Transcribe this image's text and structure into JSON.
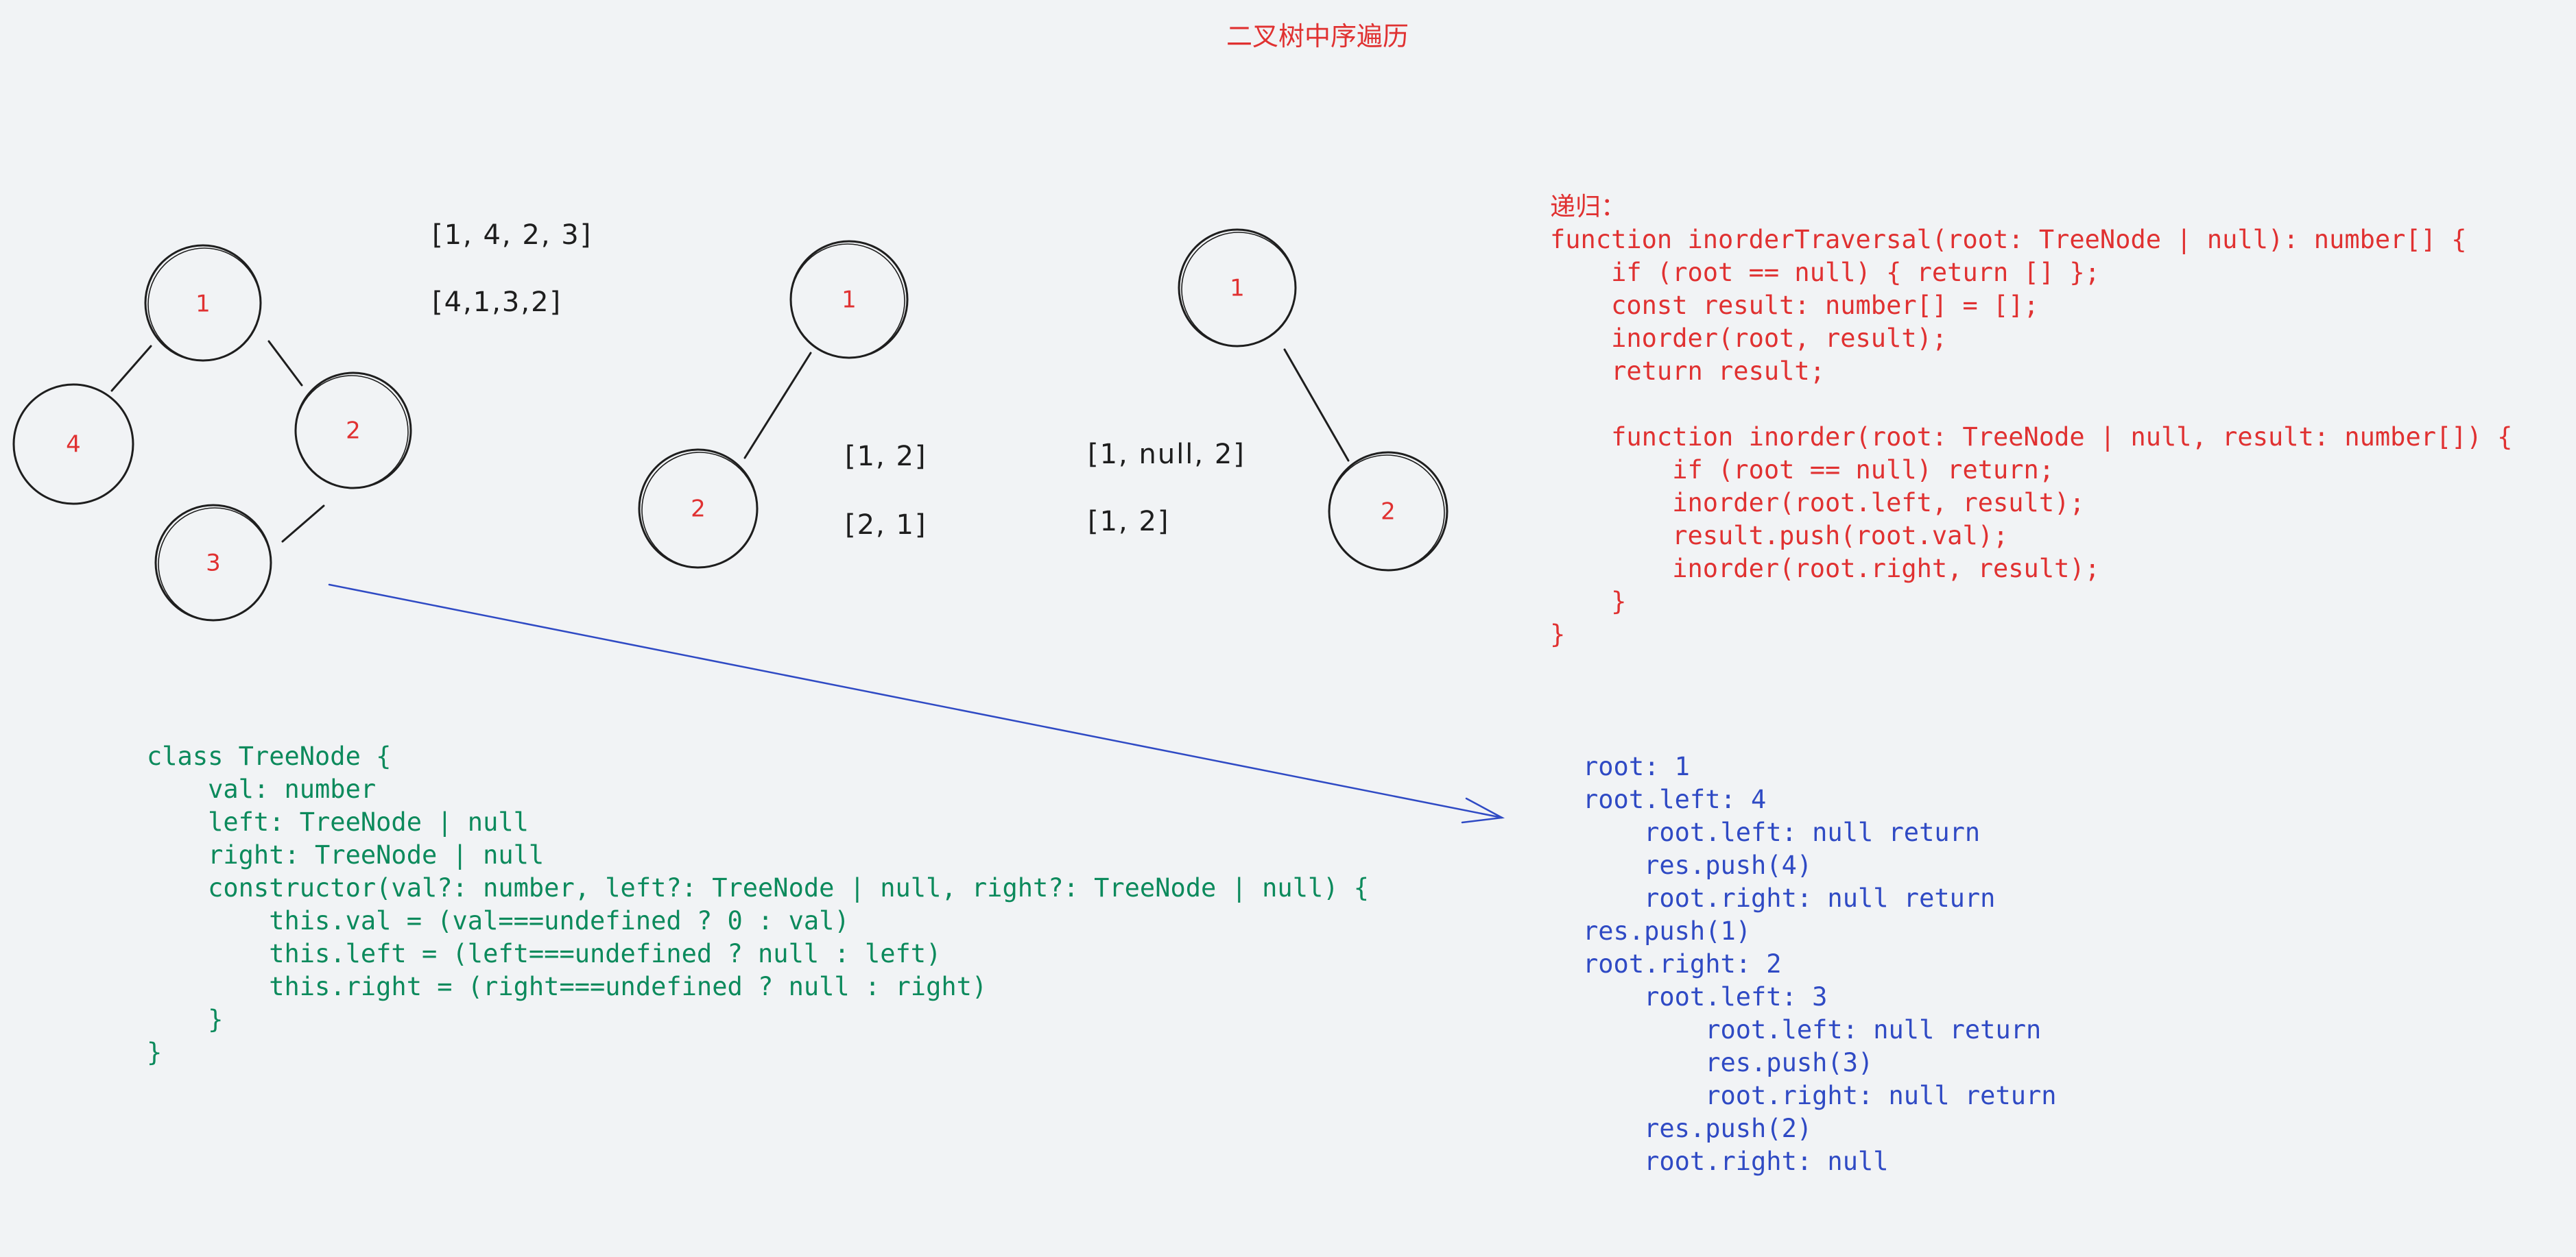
{
  "title": "二叉树中序遍历",
  "colors": {
    "accent": "#e03131",
    "code_green": "#0c8a5c",
    "code_blue": "#2f4ac4",
    "ink": "#1e1e1e",
    "background": "#f1f3f5"
  },
  "tree1": {
    "nodes": [
      "1",
      "4",
      "2",
      "3"
    ]
  },
  "tree2": {
    "nodes": [
      "1",
      "2"
    ]
  },
  "tree3": {
    "nodes": [
      "1",
      "2"
    ]
  },
  "arrays": {
    "tree1_level": "[1, 4, 2, 3]",
    "tree1_inorder": "[4,1,3,2]",
    "tree2_level": "[1, 2]",
    "tree2_inorder": "[2, 1]",
    "tree3_level": "[1, null, 2]",
    "tree3_inorder": "[1, 2]"
  },
  "recursion_code": {
    "lines": [
      "递归：",
      "function inorderTraversal(root: TreeNode | null): number[] {",
      "    if (root == null) { return [] };",
      "    const result: number[] = [];",
      "    inorder(root, result);",
      "    return result;",
      "",
      "    function inorder(root: TreeNode | null, result: number[]) {",
      "        if (root == null) return;",
      "        inorder(root.left, result);",
      "        result.push(root.val);",
      "        inorder(root.right, result);",
      "    }",
      "}"
    ]
  },
  "class_code": {
    "lines": [
      "class TreeNode {",
      "    val: number",
      "    left: TreeNode | null",
      "    right: TreeNode | null",
      "    constructor(val?: number, left?: TreeNode | null, right?: TreeNode | null) {",
      "        this.val = (val===undefined ? 0 : val)",
      "        this.left = (left===undefined ? null : left)",
      "        this.right = (right===undefined ? null : right)",
      "    }",
      "}"
    ]
  },
  "trace": {
    "lines": [
      "root: 1",
      "root.left: 4",
      "    root.left: null return",
      "    res.push(4)",
      "    root.right: null return",
      "res.push(1)",
      "root.right: 2",
      "    root.left: 3",
      "        root.left: null return",
      "        res.push(3)",
      "        root.right: null return",
      "    res.push(2)",
      "    root.right: null"
    ]
  }
}
